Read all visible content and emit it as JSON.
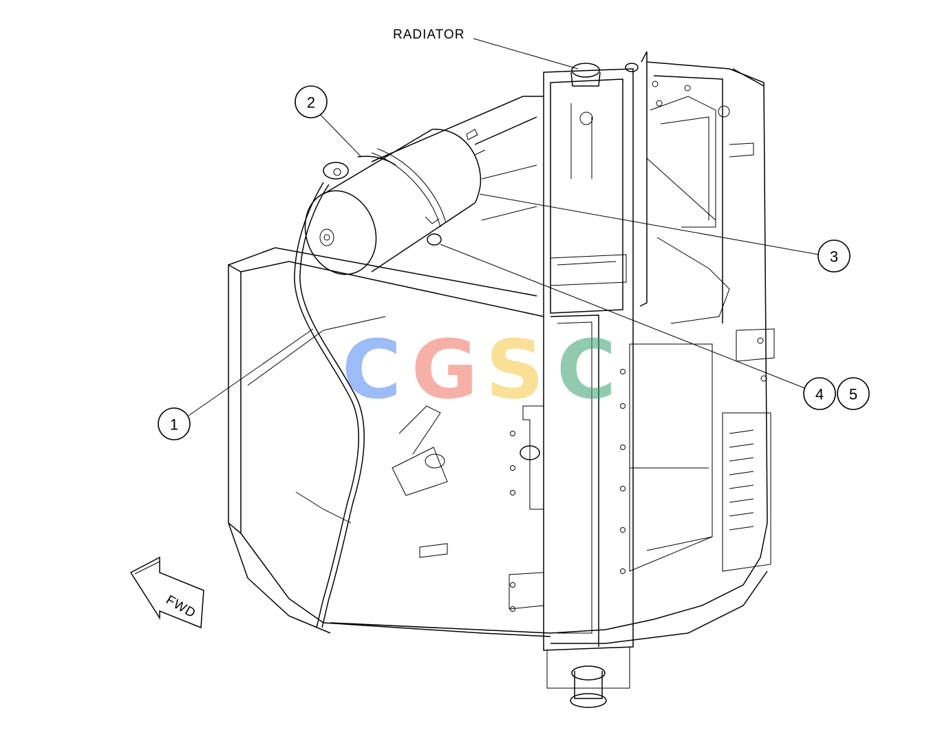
{
  "labels": {
    "radiator": "RADIATOR",
    "fwd": "FWD"
  },
  "callouts": [
    {
      "id": "1",
      "text": "1"
    },
    {
      "id": "2",
      "text": "2"
    },
    {
      "id": "3",
      "text": "3"
    },
    {
      "id": "4",
      "text": "4"
    },
    {
      "id": "5",
      "text": "5"
    }
  ],
  "watermark": {
    "letters": [
      "C",
      "G",
      "S",
      "C"
    ],
    "colors": [
      "#4a86f0",
      "#f07060",
      "#f5c842",
      "#3aa070"
    ]
  }
}
